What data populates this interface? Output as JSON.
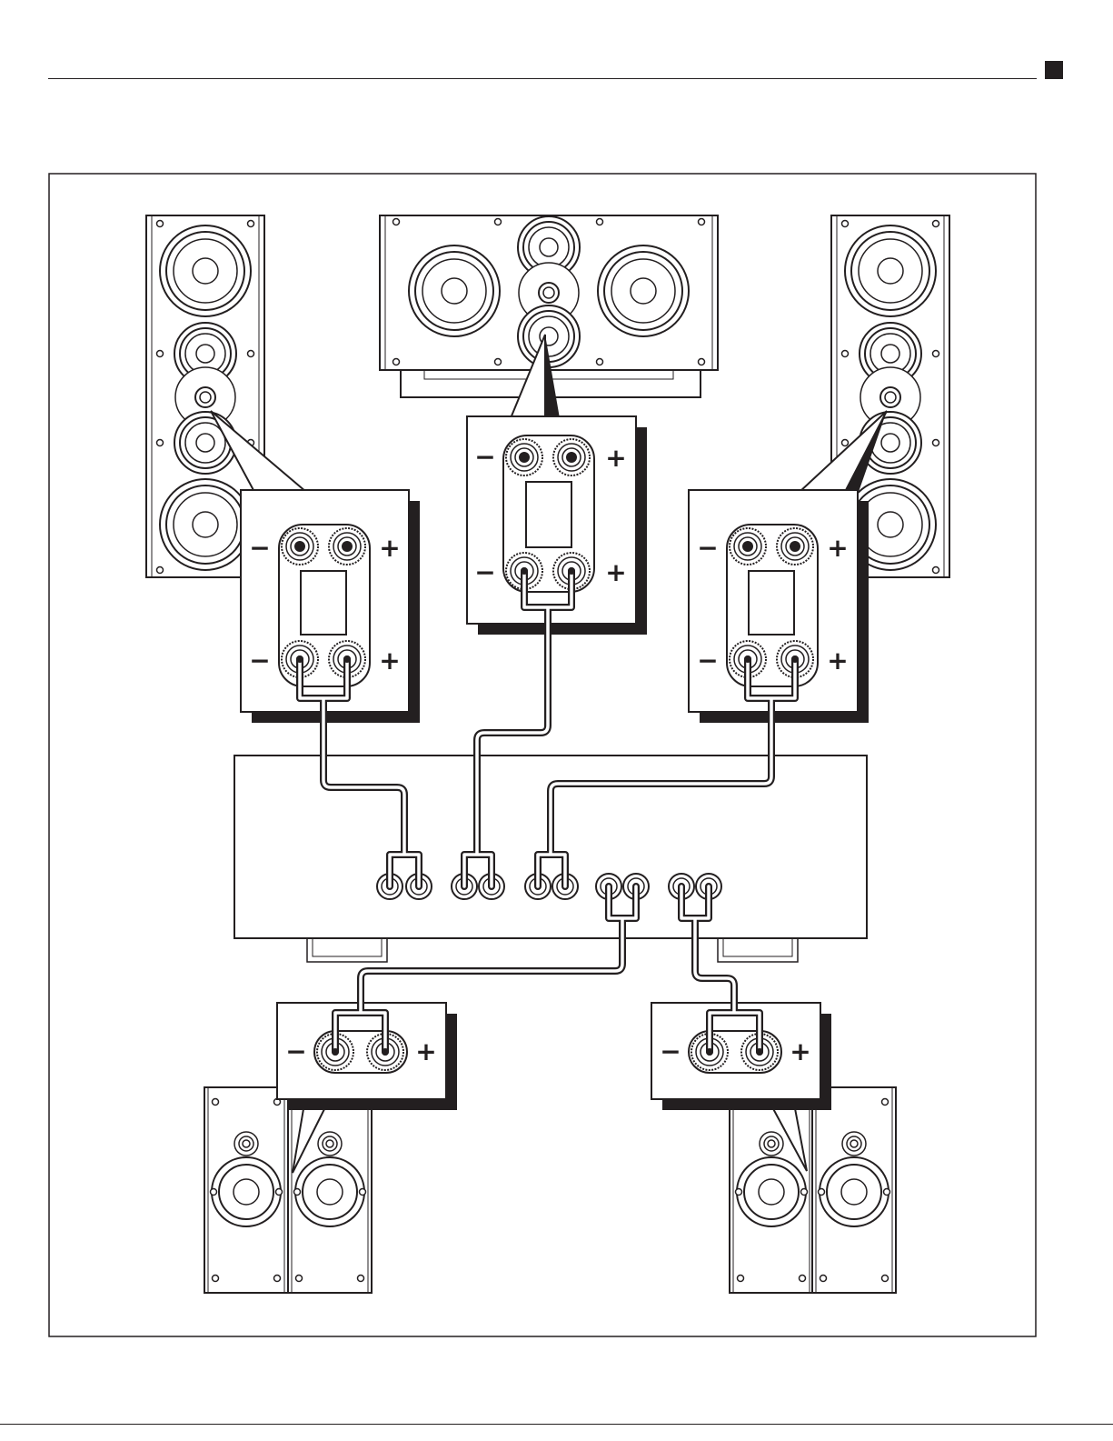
{
  "figure": {
    "speakers": [
      {
        "id": "front-left",
        "type": "tower"
      },
      {
        "id": "center",
        "type": "center"
      },
      {
        "id": "front-right",
        "type": "tower"
      },
      {
        "id": "surround-left",
        "type": "bookshelf-pair"
      },
      {
        "id": "surround-right",
        "type": "bookshelf-pair"
      }
    ],
    "terminal_signs": {
      "minus": "−",
      "plus": "+"
    },
    "colors": {
      "ink": "#231f20",
      "paper": "#ffffff",
      "shadow": "#231f20"
    }
  }
}
